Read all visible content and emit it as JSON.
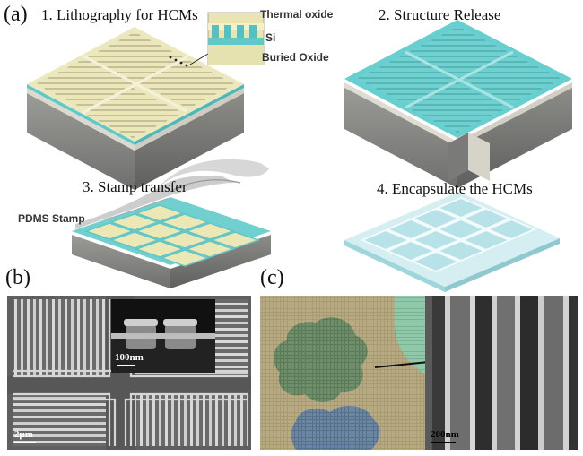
{
  "panel_a": {
    "letter": "(a)",
    "step1_title": "1. Lithography for HCMs",
    "inset_labels": {
      "thermal_oxide": "Thermal oxide",
      "si": "Si",
      "buried_oxide": "Buried Oxide"
    },
    "step2_title": "2. Structure Release",
    "step3_title": "3. Stamp transfer",
    "stamp_label": "PDMS Stamp",
    "step4_title": "4. Encapsulate the HCMs"
  },
  "panel_b": {
    "letter": "(b)",
    "inset_scalebar": "100nm",
    "main_scalebar": "2μm"
  },
  "panel_c": {
    "letter": "(c)",
    "scalebar": "200nm"
  },
  "colors": {
    "cream": "#e9e5b4",
    "teal": "#5ec9c9",
    "gray_base": "#8a8a88",
    "light_teal": "#bfe6ec"
  }
}
